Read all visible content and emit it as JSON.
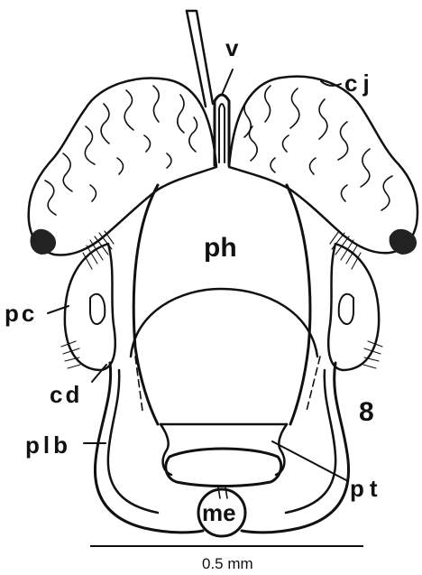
{
  "labels": {
    "v": "v",
    "cj": "cj",
    "ph": "ph",
    "pc": "pc",
    "cd": "cd",
    "figure_number": "8",
    "plb": "plb",
    "pt": "pt",
    "me": "me"
  },
  "scale_bar": {
    "label": "0.5 mm"
  },
  "colors": {
    "ink": "#111111",
    "background": "#ffffff"
  }
}
